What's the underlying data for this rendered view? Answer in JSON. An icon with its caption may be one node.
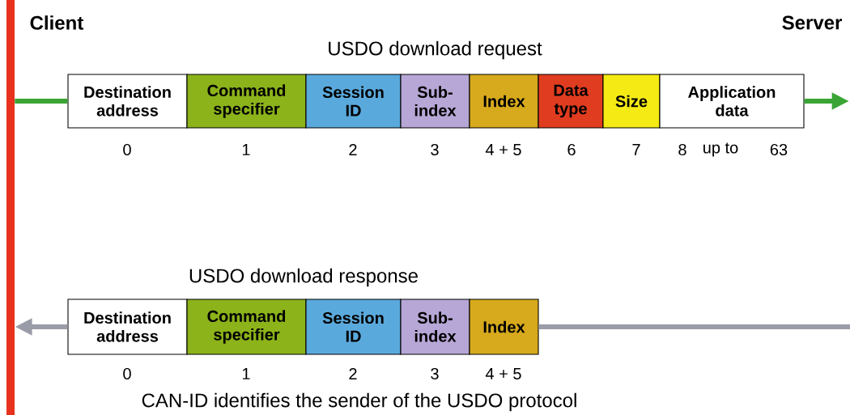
{
  "diagram": {
    "nodes": [
      {
        "text": [],
        "shape": "bar"
      },
      {
        "text": [
          "Destination address"
        ],
        "beside": [
          "0"
        ]
      },
      {
        "text": [
          "Command specifier"
        ],
        "beside": [
          "1"
        ]
      },
      {
        "text": [
          "Session ID"
        ],
        "beside": [
          "2"
        ]
      },
      {
        "text": [
          "Sub-index"
        ],
        "beside": [
          "3"
        ]
      },
      {
        "text": [
          "Index"
        ],
        "beside": [
          "4 + 5"
        ]
      },
      {
        "text": [
          "Data type"
        ],
        "beside": [
          "6"
        ]
      },
      {
        "text": [
          "Size"
        ],
        "beside": [
          "7"
        ]
      },
      {
        "text": [
          "Application data"
        ],
        "beside": [
          "8",
          "up to",
          "63"
        ]
      },
      {
        "text": [
          "Destination address"
        ],
        "beside": [
          "0"
        ]
      },
      {
        "text": [
          "Command specifier"
        ],
        "beside": [
          "1"
        ]
      },
      {
        "text": [
          "Session ID"
        ],
        "beside": [
          "2"
        ]
      },
      {
        "text": [
          "Sub-index"
        ],
        "beside": [
          "3"
        ]
      },
      {
        "text": [
          "Index"
        ],
        "beside": [
          "4 + 5"
        ]
      }
    ],
    "edges": [
      {
        "from": 0,
        "to": 1,
        "arrow": "none",
        "color": "#3aa535"
      },
      {
        "from": 8,
        "to": null,
        "arrow": "to",
        "color": "#3aa535"
      },
      {
        "from": null,
        "to": 13,
        "arrow": "none",
        "color": "#9a9ca8"
      },
      {
        "from": 9,
        "to": 0,
        "arrow": "to",
        "color": "#9a9ca8"
      }
    ],
    "labels": [
      "Client",
      "Server",
      "USDO download request",
      "USDO download response",
      "CAN-ID identifies the sender of the USDO protocol"
    ]
  }
}
